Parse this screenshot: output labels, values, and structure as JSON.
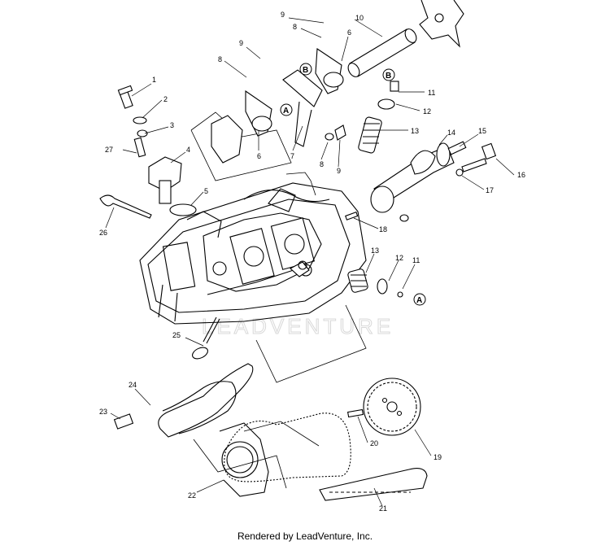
{
  "watermark": "LEADVENTURE",
  "footer": "Rendered by LeadVenture, Inc.",
  "callouts": {
    "c1": "1",
    "c2": "2",
    "c3": "3",
    "c4": "4",
    "c5": "5",
    "c6a": "6",
    "c6b": "6",
    "c7": "7",
    "c8a": "8",
    "c8b": "8",
    "c8c": "8",
    "c9a": "9",
    "c9b": "9",
    "c9c": "9",
    "c10": "10",
    "c11a": "11",
    "c11b": "11",
    "c12a": "12",
    "c12b": "12",
    "c13a": "13",
    "c13b": "13",
    "c14": "14",
    "c15": "15",
    "c16": "16",
    "c17": "17",
    "c18": "18",
    "c19": "19",
    "c20": "20",
    "c21": "21",
    "c22": "22",
    "c23": "23",
    "c24": "24",
    "c25": "25",
    "c26": "26",
    "c27": "27"
  },
  "markers": {
    "a1": "A",
    "a2": "A",
    "b1": "B",
    "b2": "B"
  }
}
